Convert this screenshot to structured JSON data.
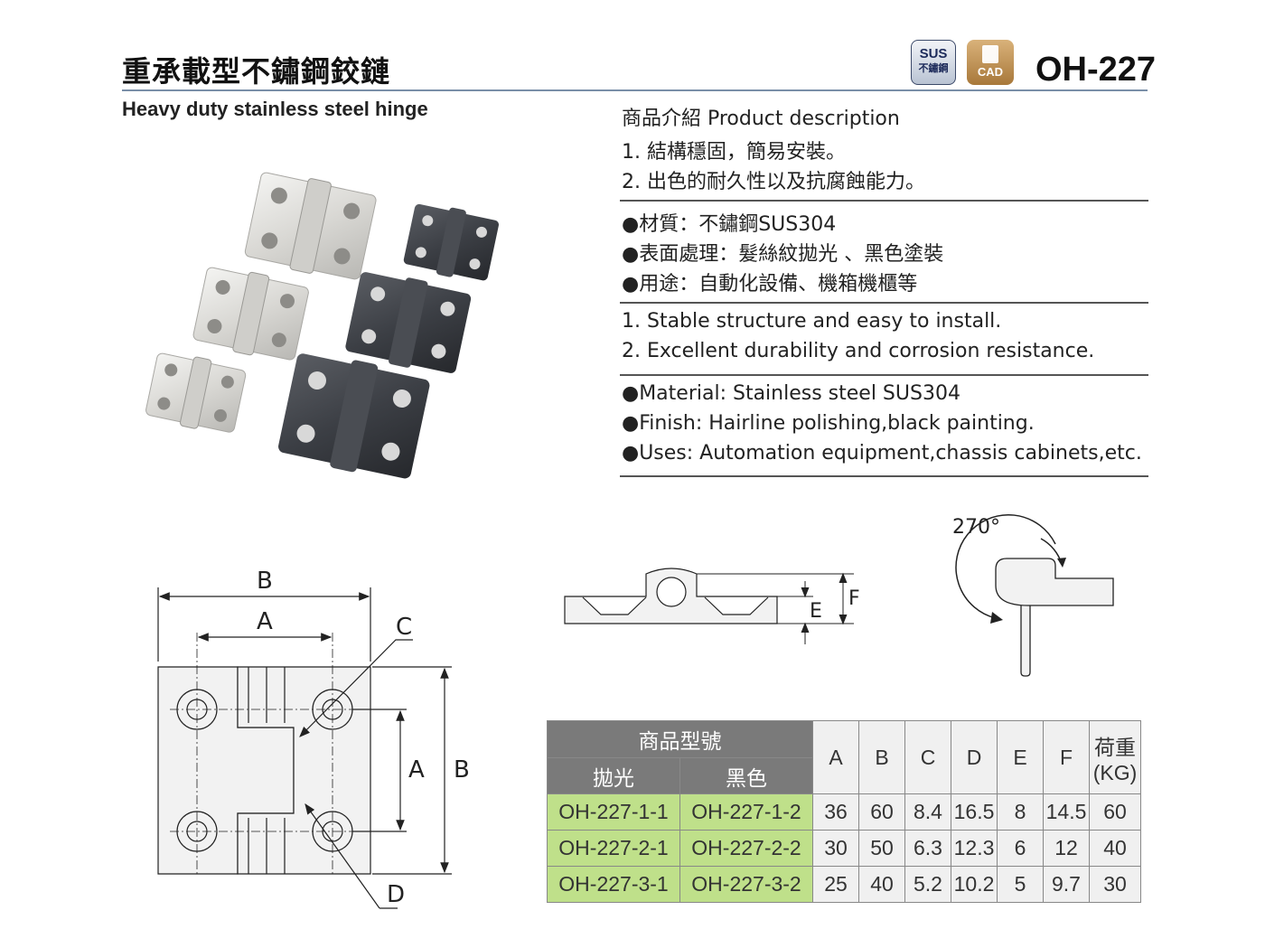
{
  "header": {
    "title_cn": "重承載型不鏽鋼鉸鏈",
    "title_en": "Heavy duty stainless steel hinge",
    "model": "OH-227",
    "badge_sus_line1": "SUS",
    "badge_sus_line2": "不鏽鋼",
    "badge_cad": "CAD"
  },
  "description": {
    "heading": "商品介紹 Product description",
    "cn_points": [
      "1. 結構穩固，簡易安裝。",
      "2. 出色的耐久性以及抗腐蝕能力。"
    ],
    "cn_specs": [
      "●材質：不鏽鋼SUS304",
      "●表面處理：髮絲紋拋光 、黑色塗裝",
      "●用途：自動化設備、機箱機櫃等"
    ],
    "en_points": [
      "1. Stable structure and easy to install.",
      "2. Excellent durability and corrosion resistance."
    ],
    "en_specs": [
      "●Material: Stainless steel SUS304",
      "●Finish: Hairline polishing,black painting.",
      "●Uses: Automation equipment,chassis cabinets,etc."
    ]
  },
  "diagram": {
    "label_B": "B",
    "label_A": "A",
    "label_C": "C",
    "label_D": "D",
    "label_E": "E",
    "label_F": "F",
    "angle": "270°"
  },
  "table": {
    "header_model": "商品型號",
    "header_polish": "拋光",
    "header_black": "黑色",
    "cols": [
      "A",
      "B",
      "C",
      "D",
      "E",
      "F"
    ],
    "load_line1": "荷重",
    "load_line2": "(KG)",
    "rows": [
      {
        "polish": "OH-227-1-1",
        "black": "OH-227-1-2",
        "A": "36",
        "B": "60",
        "C": "8.4",
        "D": "16.5",
        "E": "8",
        "F": "14.5",
        "load": "60"
      },
      {
        "polish": "OH-227-2-1",
        "black": "OH-227-2-2",
        "A": "30",
        "B": "50",
        "C": "6.3",
        "D": "12.3",
        "E": "6",
        "F": "12",
        "load": "40"
      },
      {
        "polish": "OH-227-3-1",
        "black": "OH-227-3-2",
        "A": "25",
        "B": "40",
        "C": "5.2",
        "D": "10.2",
        "E": "5",
        "F": "9.7",
        "load": "30"
      }
    ]
  }
}
